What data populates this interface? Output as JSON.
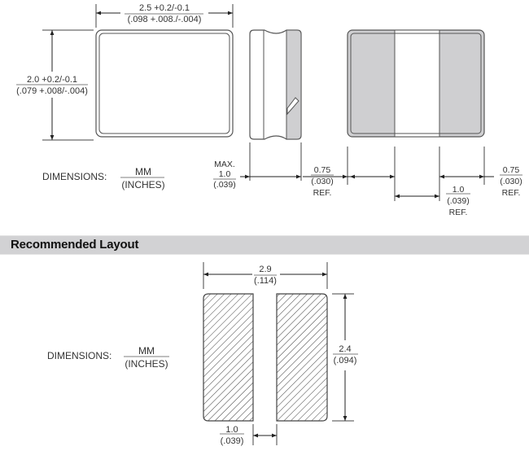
{
  "top_view": {
    "width_dim": {
      "mm": "2.5  +0.2/-0.1",
      "inches": "(.098 +.008./-.004)"
    },
    "height_dim": {
      "mm": "2.0 +0.2/-0.1",
      "inches": "(.079 +.008/-.004)"
    }
  },
  "side_view": {
    "thickness_dim": {
      "prefix": "MAX.",
      "mm": "1.0",
      "inches": "(.039)"
    }
  },
  "bottom_view": {
    "left_terminal": {
      "mm": "0.75",
      "inches": "(.030)",
      "note": "REF."
    },
    "center_gap": {
      "mm": "1.0",
      "inches": "(.039)",
      "note": "REF."
    },
    "right_terminal": {
      "mm": "0.75",
      "inches": "(.030)",
      "note": "REF."
    }
  },
  "dimensions_legend_1": {
    "label": "DIMENSIONS:",
    "unit_top": "MM",
    "unit_bottom": "(INCHES)"
  },
  "section": {
    "title": "Recommended Layout"
  },
  "layout": {
    "total_width": {
      "mm": "2.9",
      "inches": "(.114)"
    },
    "pad_height": {
      "mm": "2.4",
      "inches": "(.094)"
    },
    "pad_gap": {
      "mm": "1.0",
      "inches": "(.039)"
    }
  },
  "dimensions_legend_2": {
    "label": "DIMENSIONS:",
    "unit_top": "MM",
    "unit_bottom": "(INCHES)"
  },
  "colors": {
    "terminal_fill": "#cfcfd1",
    "line": "#333333",
    "section_bar": "#d2d2d4"
  }
}
